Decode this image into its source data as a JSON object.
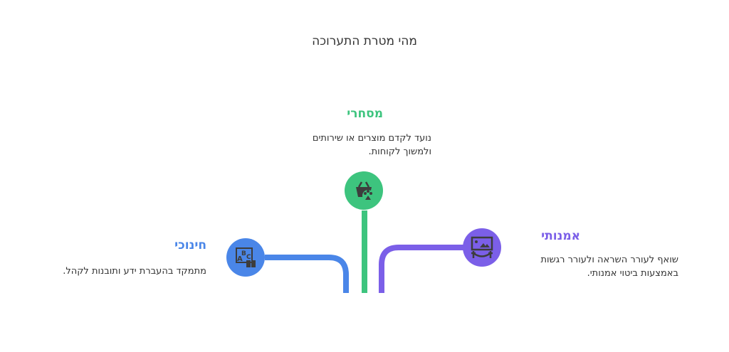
{
  "title": "מהי מטרת התערוכה",
  "colors": {
    "commercial": "#3dc47e",
    "educational": "#4a86e8",
    "artistic": "#7b5fe8"
  },
  "branches": {
    "commercial": {
      "heading": "מסחרי",
      "description": "נועד לקדם מוצרים או שירותים ולמשוך לקוחות.",
      "icon": "shopping-basket-icon"
    },
    "educational": {
      "heading": "חינוכי",
      "description": "מתמקד בהעברת ידע ותובנות לקהל.",
      "icon": "abc-book-icon"
    },
    "artistic": {
      "heading": "אמנותי",
      "description": "שואף לעורר השראה ולעורר רגשות באמצעות ביטוי אמנותי.",
      "icon": "framed-picture-icon"
    }
  }
}
